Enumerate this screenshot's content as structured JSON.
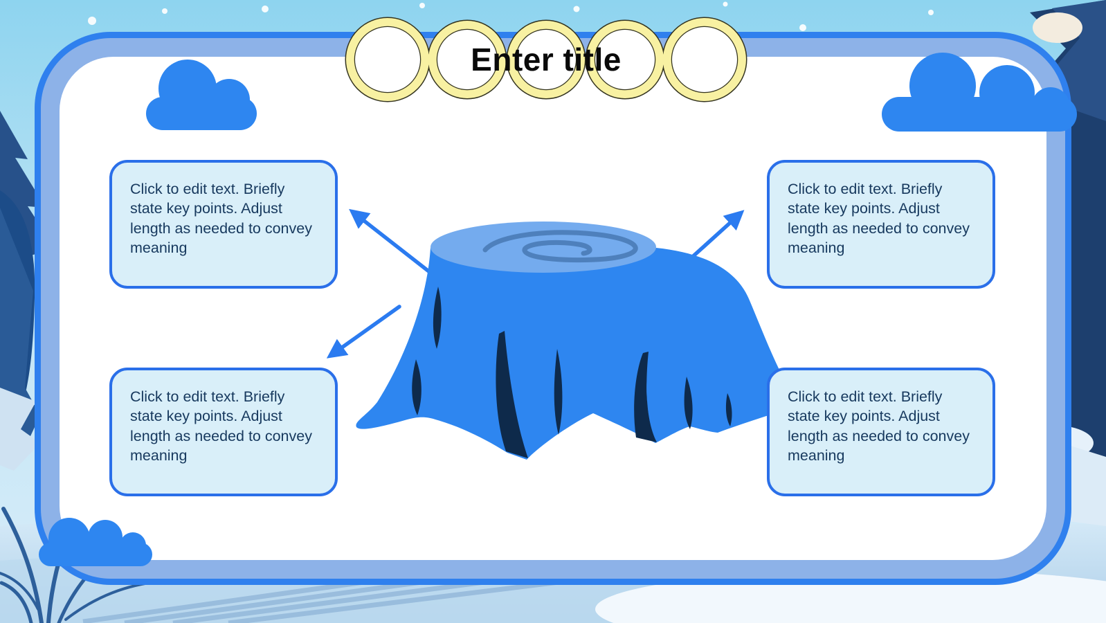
{
  "title": {
    "label": "Enter title"
  },
  "nodes": [
    {
      "position": "top-left",
      "text": "Click to edit text. Briefly state key points. Adjust length as needed to convey meaning"
    },
    {
      "position": "top-right",
      "text": "Click to edit text. Briefly state key points. Adjust length as needed to convey meaning"
    },
    {
      "position": "bottom-left",
      "text": "Click to edit text. Briefly state key points. Adjust length as needed to convey meaning"
    },
    {
      "position": "bottom-right",
      "text": "Click to edit text. Briefly state key points. Adjust length as needed to convey meaning"
    }
  ],
  "illustration": {
    "name": "tree-stump-covered-with-blue-cloth"
  },
  "decorations": {
    "clouds": [
      "top-left",
      "top-right",
      "bottom-left"
    ],
    "scene": "winter-snow-with-pine-trees-and-snowflakes"
  },
  "colors": {
    "accent_blue": "#2e86f0",
    "panel_border": "#2f80ee",
    "panel_band": "#8db2e8",
    "box_fill": "#d9eff9",
    "box_border": "#2a6fe9",
    "box_text": "#17395e",
    "banner_fill": "#f8f1a2",
    "banner_outline": "#33331f",
    "title_text": "#0a0a0a",
    "arrow": "#2b7bf0",
    "stump_top": "#74abee",
    "stump_spiral": "#4e80bc",
    "cloth_shadow": "#0e2a4b"
  }
}
